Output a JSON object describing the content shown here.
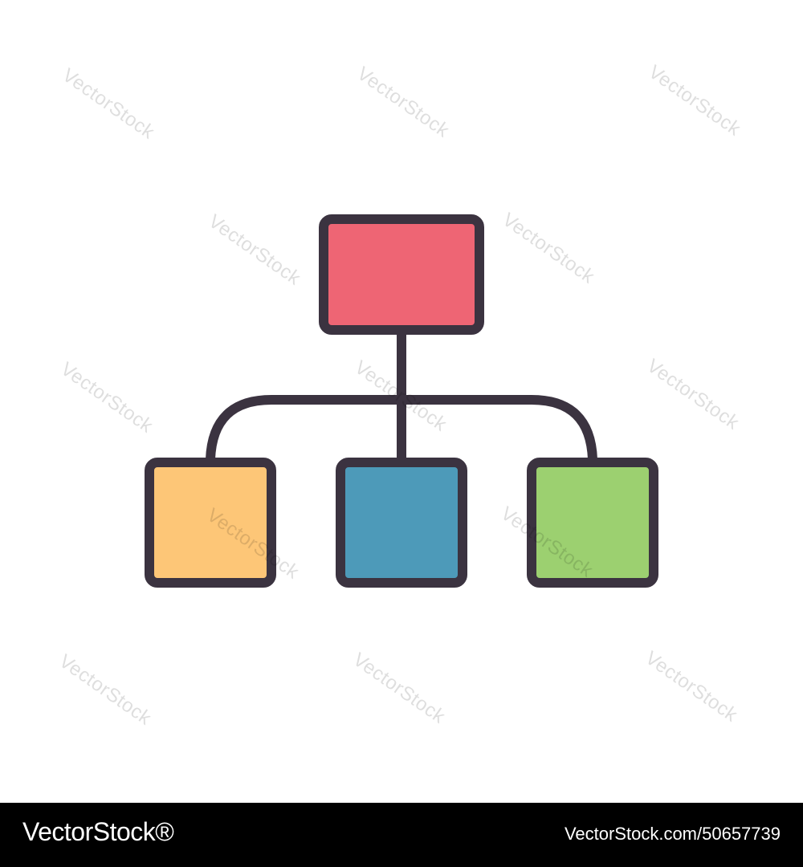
{
  "diagram": {
    "kind": "hierarchy-icon",
    "nodes": [
      {
        "id": "root",
        "color": "#ee6574"
      },
      {
        "id": "child-left",
        "color": "#fdc677"
      },
      {
        "id": "child-middle",
        "color": "#4d9ab9"
      },
      {
        "id": "child-right",
        "color": "#9cd070"
      }
    ],
    "edges": [
      {
        "from": "root",
        "to": "child-left"
      },
      {
        "from": "root",
        "to": "child-middle"
      },
      {
        "from": "root",
        "to": "child-right"
      }
    ],
    "stroke_color": "#3b3340"
  },
  "watermark": {
    "text": "VectorStock"
  },
  "footer": {
    "brand": "VectorStock®",
    "image_id": "VectorStock.com/50657739"
  }
}
